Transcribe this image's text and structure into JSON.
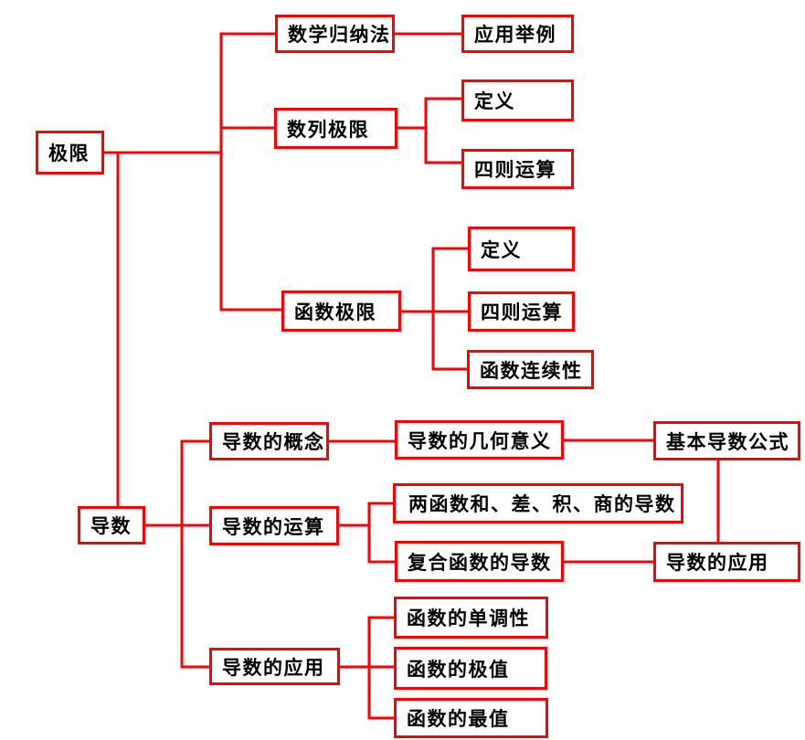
{
  "colors": {
    "line_color": "#ff0000",
    "text_color": "#000000",
    "background_color": "#ffffff"
  },
  "mindmap": {
    "roots": [
      {
        "id": "limit",
        "label": "极限",
        "children": [
          {
            "id": "mathematical-induction",
            "label": "数学归纳法",
            "children": [
              {
                "id": "application-examples",
                "label": "应用举例"
              }
            ]
          },
          {
            "id": "sequence-limit",
            "label": "数列极限",
            "children": [
              {
                "id": "sequence-limit-definition",
                "label": "定义"
              },
              {
                "id": "sequence-limit-arithmetic",
                "label": "四则运算"
              }
            ]
          },
          {
            "id": "function-limit",
            "label": "函数极限",
            "children": [
              {
                "id": "function-limit-definition",
                "label": "定义"
              },
              {
                "id": "function-limit-arithmetic",
                "label": "四则运算"
              },
              {
                "id": "function-continuity",
                "label": "函数连续性"
              }
            ]
          }
        ]
      },
      {
        "id": "derivative",
        "label": "导数",
        "children": [
          {
            "id": "derivative-concept",
            "label": "导数的概念",
            "children": [
              {
                "id": "geometric-meaning",
                "label": "导数的几何意义",
                "children": [
                  {
                    "id": "basic-derivative-formulas",
                    "label": "基本导数公式"
                  }
                ]
              }
            ]
          },
          {
            "id": "derivative-operations",
            "label": "导数的运算",
            "children": [
              {
                "id": "sum-difference-product-quotient-derivative",
                "label": "两函数和、差、积、商的导数"
              },
              {
                "id": "composite-function-derivative",
                "label": "复合函数的导数",
                "children": [
                  {
                    "id": "derivative-application",
                    "label": "导数的应用"
                  }
                ]
              }
            ]
          },
          {
            "id": "derivative-applications",
            "label": "导数的应用",
            "children": [
              {
                "id": "function-monotonicity",
                "label": "函数的单调性"
              },
              {
                "id": "function-extremum",
                "label": "函数的极值"
              },
              {
                "id": "function-max-min",
                "label": "函数的最值"
              }
            ]
          }
        ]
      }
    ]
  }
}
